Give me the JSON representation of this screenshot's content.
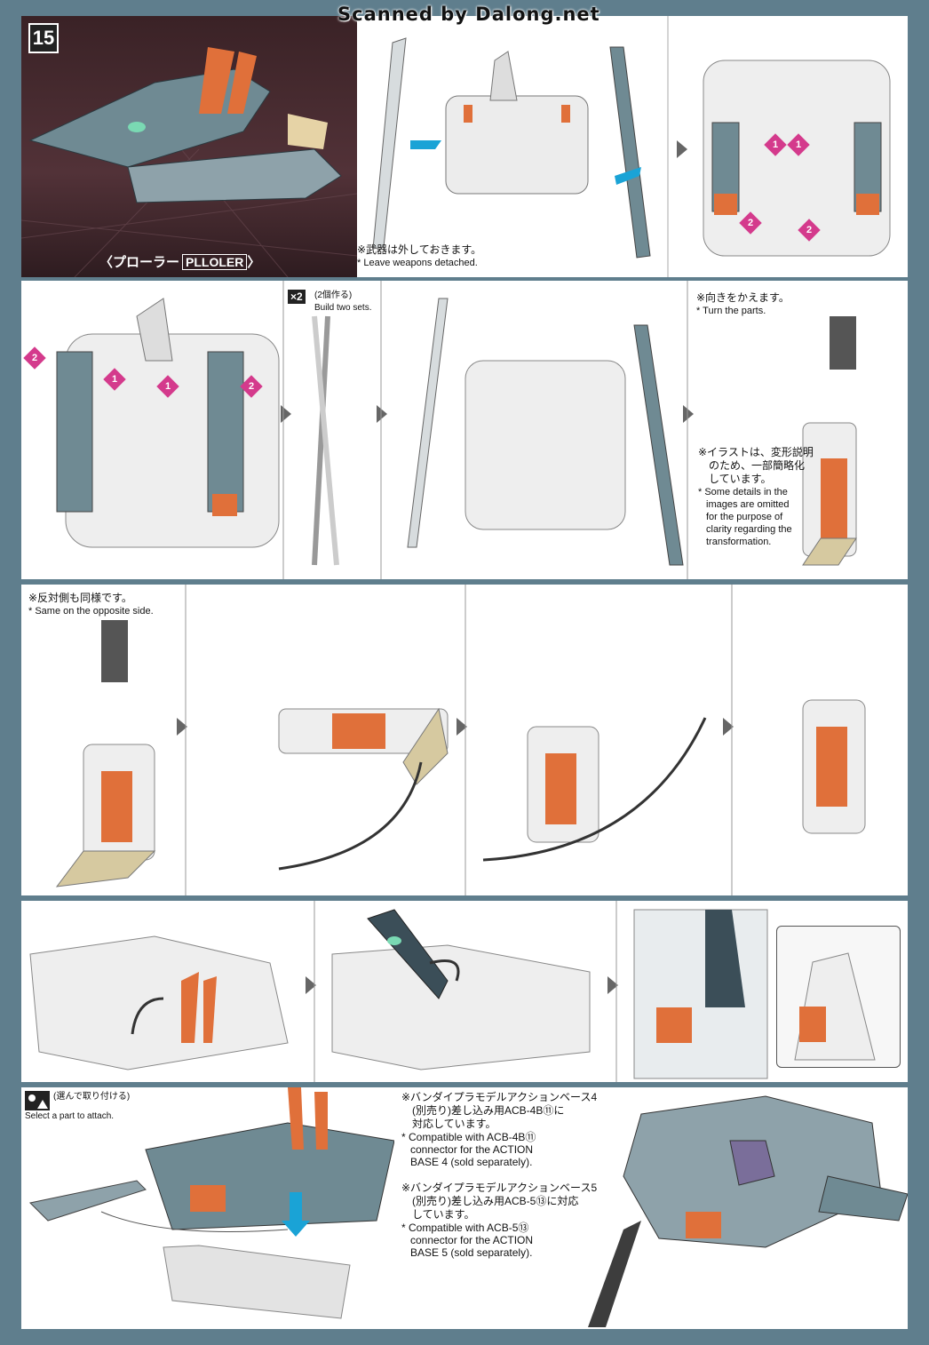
{
  "header": {
    "scan_credit": "Scanned by Dalong.net",
    "step_number": "15"
  },
  "panel1": {
    "title_ja": "〈プローラー",
    "title_en": "PLLOLER",
    "title_end": "〉",
    "note_ja": "※武器は外しておきます。",
    "note_en": "* Leave weapons detached."
  },
  "panel2": {
    "x2_label": "×2",
    "x2_ja": "(2個作る)",
    "x2_en": "Build two sets.",
    "turn_ja": "※向きをかえます。",
    "turn_en": "* Turn the parts.",
    "omit_ja_1": "※イラストは、変形説明",
    "omit_ja_2": "のため、一部簡略化",
    "omit_ja_3": "しています。",
    "omit_en_1": "* Some details in the",
    "omit_en_2": "images are omitted",
    "omit_en_3": "for the purpose of",
    "omit_en_4": "clarity regarding the",
    "omit_en_5": "transformation."
  },
  "panel3": {
    "opposite_ja": "※反対側も同様です。",
    "opposite_en": "* Same on the opposite side."
  },
  "panel5": {
    "select_ja": "(選んで取り付ける)",
    "select_en": "Select a part to attach.",
    "base4_ja_1": "※バンダイプラモデルアクションベース4",
    "base4_ja_2": "(別売り)差し込み用ACB-4B⑪に",
    "base4_ja_3": "対応しています。",
    "base4_en_1": "* Compatible with ACB-4B⑪",
    "base4_en_2": "connector for the ACTION",
    "base4_en_3": "BASE 4 (sold separately).",
    "base5_ja_1": "※バンダイプラモデルアクションベース5",
    "base5_ja_2": "(別売り)差し込み用ACB-5⑬に対応",
    "base5_ja_3": "しています。",
    "base5_en_1": "* Compatible with ACB-5⑬",
    "base5_en_2": "connector for the ACTION",
    "base5_en_3": "BASE 5 (sold separately)."
  },
  "markers": {
    "one": "1",
    "two": "2"
  },
  "colors": {
    "marker": "#d43a8c",
    "arrow_blue": "#1aa3d6",
    "part_orange": "#e0703a",
    "part_gray": "#8a9aa0"
  }
}
